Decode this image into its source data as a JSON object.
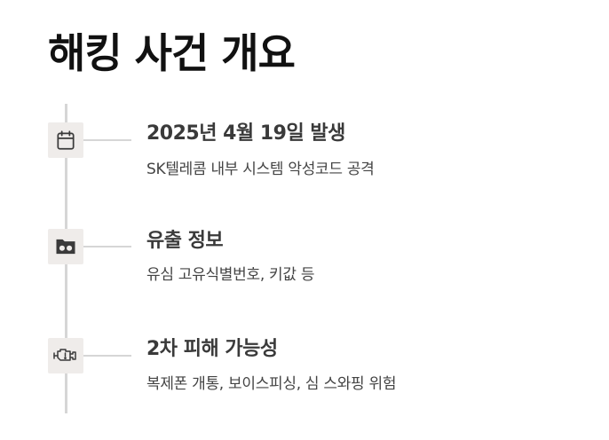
{
  "page": {
    "title": "해킹 사건 개요"
  },
  "timeline": {
    "items": [
      {
        "icon": "calendar-icon",
        "title": "2025년 4월 19일 발생",
        "description": "SK텔레콤 내부 시스템 악성코드 공격"
      },
      {
        "icon": "sim-card-icon",
        "title": "유출 정보",
        "description": "유심 고유식별번호, 키값 등"
      },
      {
        "icon": "engine-warning-icon",
        "title": "2차 피해 가능성",
        "description": "복제폰 개통, 보이스피싱, 심 스와핑 위험"
      }
    ]
  },
  "colors": {
    "title": "#111111",
    "text": "#3a3a3a",
    "line": "#d6d6d6",
    "icon_bg": "#efecea"
  }
}
